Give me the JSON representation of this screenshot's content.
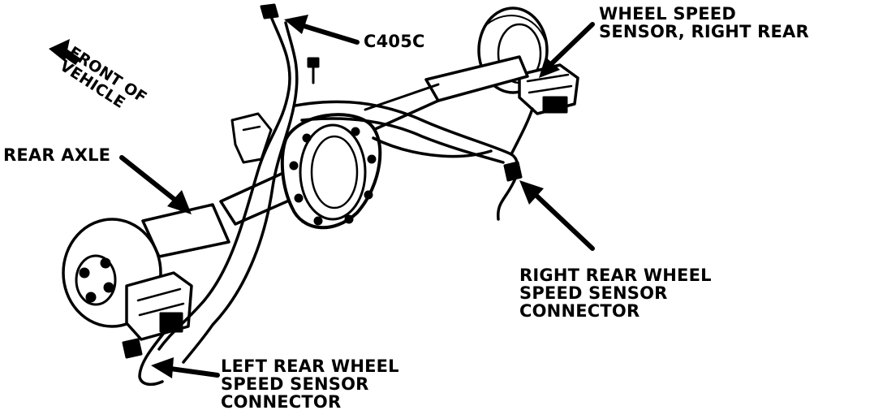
{
  "labels": {
    "c405c": "C405C",
    "wheel_speed_sensor_right_rear": [
      "WHEEL SPEED",
      "SENSOR, RIGHT REAR"
    ],
    "front_of_vehicle": [
      "FRONT OF",
      "VEHICLE"
    ],
    "rear_axle": "REAR AXLE",
    "right_rear_connector": [
      "RIGHT REAR WHEEL",
      "SPEED SENSOR",
      "CONNECTOR"
    ],
    "left_rear_connector": [
      "LEFT REAR WHEEL",
      "SPEED SENSOR",
      "CONNECTOR"
    ]
  },
  "colors": {
    "ink": "#000000",
    "paper": "#ffffff"
  }
}
